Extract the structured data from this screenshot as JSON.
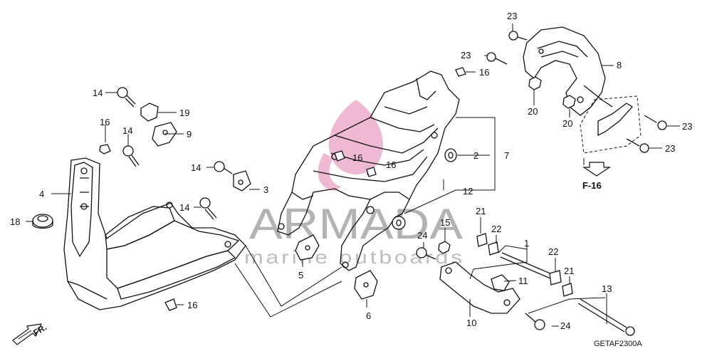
{
  "watermark": {
    "brand": "ARMADA",
    "tagline": "marine outboards",
    "color": "#e58ab6"
  },
  "diagram_code": "GETAF2300A",
  "section_ref": "F-16",
  "direction_label": "FR.",
  "callouts": {
    "c23a": "23",
    "c23b": "23",
    "c16a": "16",
    "c8": "8",
    "c14a": "14",
    "c19": "19",
    "c16b": "16",
    "c9": "9",
    "c14b": "14",
    "c20a": "20",
    "c20b": "20",
    "c23c": "23",
    "c23d": "23",
    "c16c": "16",
    "c16d": "16",
    "c2": "2",
    "c7": "7",
    "c14c": "14",
    "c3": "3",
    "c4": "4",
    "c14d": "14",
    "c12": "12",
    "c18": "18",
    "c21a": "21",
    "c22a": "22",
    "c15": "15",
    "c24a": "24",
    "c1": "1",
    "c22b": "22",
    "c5": "5",
    "c21b": "21",
    "c11": "11",
    "c13": "13",
    "c16e": "16",
    "c6": "6",
    "c10": "10",
    "c24b": "24"
  }
}
